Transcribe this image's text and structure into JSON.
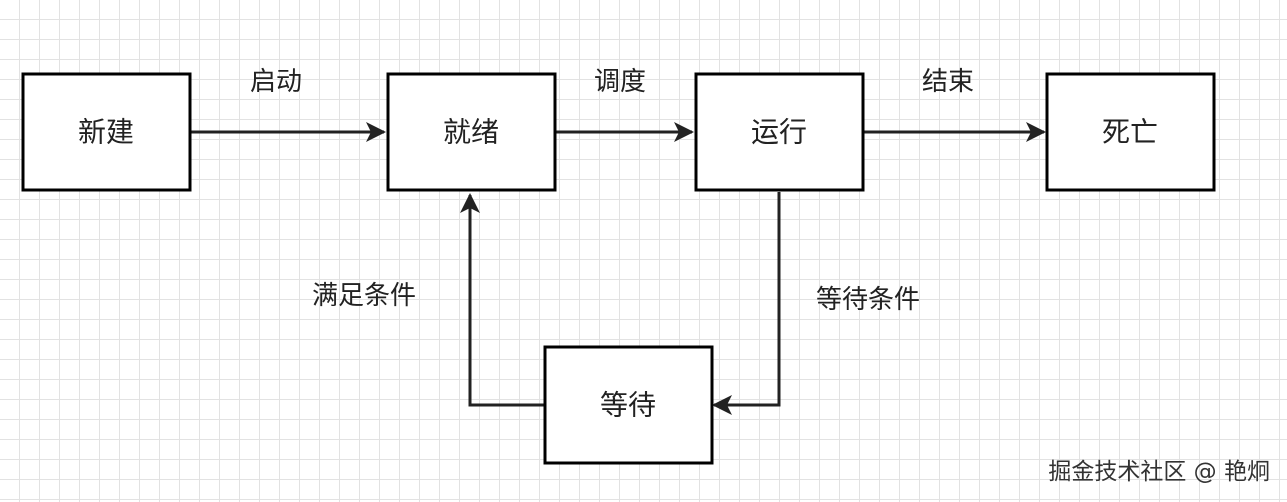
{
  "nodes": {
    "new": "新建",
    "ready": "就绪",
    "running": "运行",
    "dead": "死亡",
    "waiting": "等待"
  },
  "edges": {
    "start": "启动",
    "schedule": "调度",
    "finish": "结束",
    "wait_condition": "等待条件",
    "condition_met": "满足条件"
  },
  "watermark": "掘金技术社区 @ 艳炯"
}
